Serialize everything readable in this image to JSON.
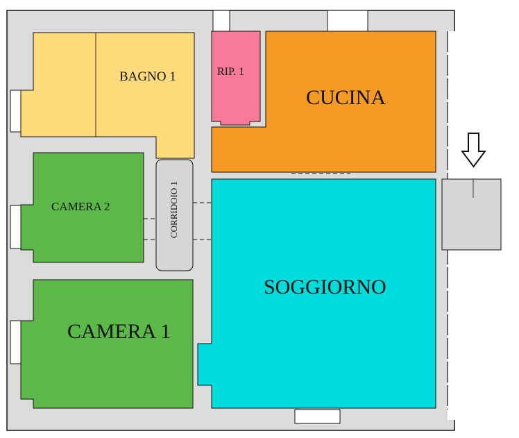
{
  "title": "Floor plan",
  "rooms": [
    {
      "id": "bagno-1",
      "label": "BAGNO 1",
      "color": "#fddb7b"
    },
    {
      "id": "rip-1",
      "label": "RIP. 1",
      "color": "#f77b98"
    },
    {
      "id": "cucina",
      "label": "CUCINA",
      "color": "#f59a23"
    },
    {
      "id": "camera-2",
      "label": "CAMERA 2",
      "color": "#5cb848"
    },
    {
      "id": "corridoio-1",
      "label": "CORRIDOIO 1",
      "color": "#d6d6d6"
    },
    {
      "id": "camera-1",
      "label": "CAMERA 1",
      "color": "#5cb848"
    },
    {
      "id": "soggiorno",
      "label": "SOGGIORNO",
      "color": "#00dcdc"
    },
    {
      "id": "balcone",
      "label": "",
      "color": "#d6d6d6"
    }
  ],
  "entrance_marker": "down-arrow-icon",
  "wall_color": "#d9d9d9"
}
